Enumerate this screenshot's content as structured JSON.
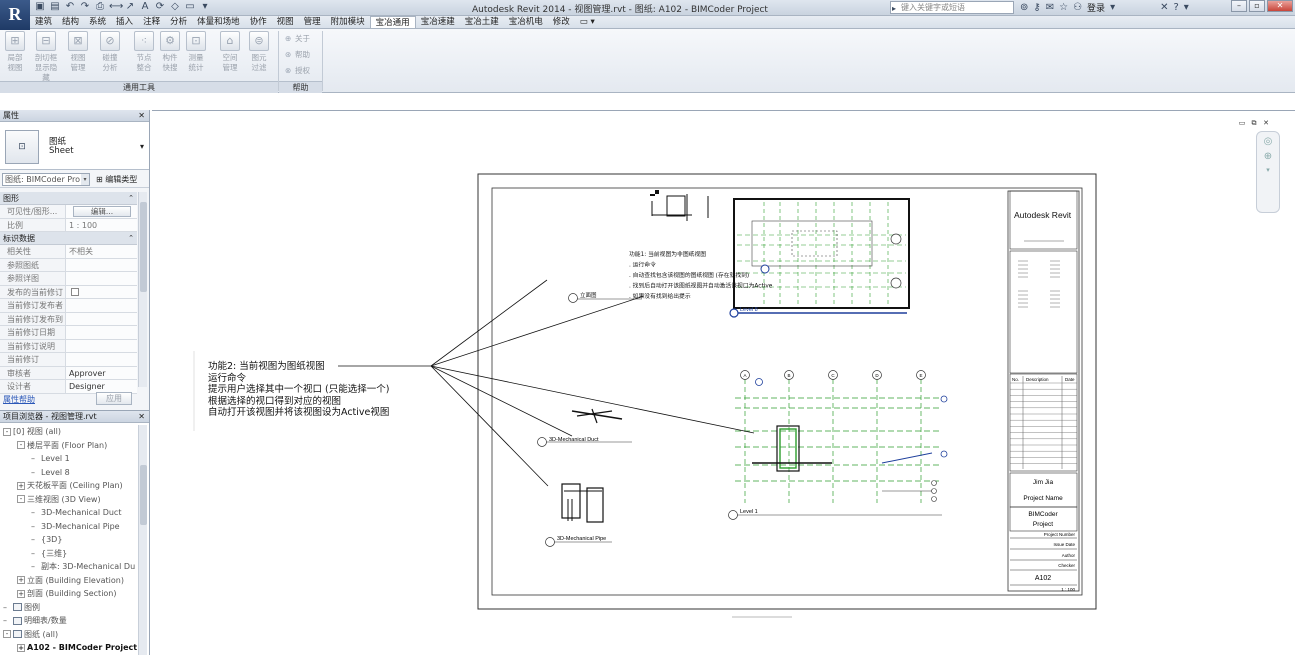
{
  "window": {
    "title": "Autodesk Revit 2014 -     视图管理.rvt - 图纸: A102 - BIMCoder Project",
    "logo": "R",
    "search_placeholder": "键入关键字或短语",
    "login": "登录"
  },
  "tabs": [
    "建筑",
    "结构",
    "系统",
    "插入",
    "注释",
    "分析",
    "体量和场地",
    "协作",
    "视图",
    "管理",
    "附加模块",
    "宝冶通用",
    "宝冶速建",
    "宝冶土建",
    "宝冶机电",
    "修改"
  ],
  "active_tab": "宝冶通用",
  "ribbon": {
    "tools": [
      {
        "label1": "局部",
        "label2": "视图"
      },
      {
        "label1": "剖切框",
        "label2": "显示隐藏"
      },
      {
        "label1": "视图",
        "label2": "管理"
      },
      {
        "label1": "碰撞",
        "label2": "分析"
      },
      {
        "label1": "节点",
        "label2": "整合"
      },
      {
        "label1": "构件",
        "label2": "快搜"
      },
      {
        "label1": "测量",
        "label2": "统计"
      },
      {
        "label1": "空间",
        "label2": "管理"
      },
      {
        "label1": "图元",
        "label2": "过滤"
      }
    ],
    "help_items": [
      "关于",
      "帮助",
      "授权"
    ],
    "panel_tools": "通用工具",
    "panel_help": "帮助"
  },
  "properties": {
    "title": "属性",
    "type_name": "图纸",
    "type_sub": "Sheet",
    "instance_selector": "图纸: BIMCoder Pro",
    "edit_type": "编辑类型",
    "group_graphics": "图形",
    "group_identity": "标识数据",
    "rows_graphics": [
      {
        "k": "可见性/图形...",
        "v": "编辑..."
      },
      {
        "k": "比例",
        "v": "1 : 100"
      }
    ],
    "rows_identity": [
      {
        "k": "相关性",
        "v": "不相关"
      },
      {
        "k": "参照图纸",
        "v": ""
      },
      {
        "k": "参照详图",
        "v": ""
      },
      {
        "k": "发布的当前修订",
        "v": ""
      },
      {
        "k": "当前修订发布者",
        "v": ""
      },
      {
        "k": "当前修订发布到",
        "v": ""
      },
      {
        "k": "当前修订日期",
        "v": ""
      },
      {
        "k": "当前修订说明",
        "v": ""
      },
      {
        "k": "当前修订",
        "v": ""
      },
      {
        "k": "审核者",
        "v": "Approver"
      },
      {
        "k": "设计者",
        "v": "Designer"
      }
    ],
    "help_link": "属性帮助",
    "apply": "应用"
  },
  "browser": {
    "title": "项目浏览器 - 视图管理.rvt",
    "nodes": [
      {
        "t": "[0] 视图 (all)",
        "lvl": 0,
        "tg": "-"
      },
      {
        "t": "楼层平面 (Floor Plan)",
        "lvl": 1,
        "tg": "-"
      },
      {
        "t": "Level 1",
        "lvl": 2,
        "tg": ""
      },
      {
        "t": "Level 8",
        "lvl": 2,
        "tg": ""
      },
      {
        "t": "天花板平面 (Ceiling Plan)",
        "lvl": 1,
        "tg": "+"
      },
      {
        "t": "三维视图 (3D View)",
        "lvl": 1,
        "tg": "-"
      },
      {
        "t": "3D-Mechanical Duct",
        "lvl": 2,
        "tg": ""
      },
      {
        "t": "3D-Mechanical Pipe",
        "lvl": 2,
        "tg": ""
      },
      {
        "t": "{3D}",
        "lvl": 2,
        "tg": ""
      },
      {
        "t": "{三维}",
        "lvl": 2,
        "tg": ""
      },
      {
        "t": "副本: 3D-Mechanical Du",
        "lvl": 2,
        "tg": ""
      },
      {
        "t": "立面 (Building Elevation)",
        "lvl": 1,
        "tg": "+"
      },
      {
        "t": "剖面 (Building Section)",
        "lvl": 1,
        "tg": "+"
      },
      {
        "t": "图例",
        "lvl": 0,
        "tg": "",
        "icon": true
      },
      {
        "t": "明细表/数量",
        "lvl": 0,
        "tg": "",
        "icon": true
      },
      {
        "t": "图纸 (all)",
        "lvl": 0,
        "tg": "-",
        "icon": true
      },
      {
        "t": "A102 - BIMCoder Project",
        "lvl": 1,
        "tg": "+",
        "bold": true
      }
    ]
  },
  "annotation": [
    "功能2: 当前视图为图纸视图",
    "运行命令",
    "提示用户选择其中一个视口 (只能选择一个)",
    "根据选择的视口得到对应的视图",
    "自动打开该视图并将该视图设为Active视图"
  ],
  "sheet_note": [
    "功能1: 当前视图为非图纸视图",
    ". 运行命令",
    ". 自动查找包含该视图的图纸视图 (存在就找到)",
    ". 找到后自动打开该图纸视图并自动激活该视口为Active",
    ". 如果没有找到给出提示"
  ],
  "titleblock": {
    "company": "Autodesk Revit",
    "designer": "Jim Jia",
    "project_name": "Project Name",
    "client": "BIMCoder",
    "client2": "Project",
    "project_number": "Project Number",
    "issue_date": "Issue Date",
    "author": "Author",
    "checker": "Checker",
    "sheet_number": "A102",
    "scale": "1 : 100",
    "rev_no": "No.",
    "rev_desc": "Description",
    "rev_date": "Date"
  },
  "viewports": {
    "vp_top_label": "Level 8",
    "vp_duct": "3D-Mechanical Duct",
    "vp_pipe": "3D-Mechanical Pipe",
    "vp_level1": "Level 1",
    "callout": "立面图",
    "grid_letters": [
      "A",
      "B",
      "C",
      "D",
      "E"
    ]
  },
  "colors": {
    "grid_green": "#2e9e2e",
    "viewport_blue": "#1e3f9c"
  }
}
